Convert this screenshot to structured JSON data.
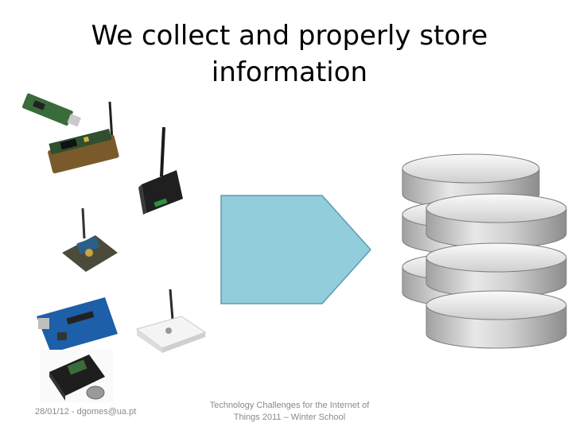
{
  "slide": {
    "title_line1": "We collect and properly store",
    "title_line2": "information",
    "footer_left": "28/01/12 - dgomes@ua.pt",
    "footer_center_line1": "Technology Challenges for the Internet of",
    "footer_center_line2": "Things 2011 – Winter School"
  },
  "arrow": {
    "fill": "#92cddc",
    "stroke": "#5b9bb0"
  },
  "database": {
    "fill_light": "#f2f2f2",
    "fill_dark": "#a6a6a6",
    "stroke": "#7f7f7f"
  },
  "icons": [
    "sensor-board-icon",
    "wireless-router-icon",
    "arduino-board-icon",
    "wifi-access-point-icon",
    "sensor-node-with-coin-icon",
    "database-stack-icon"
  ]
}
